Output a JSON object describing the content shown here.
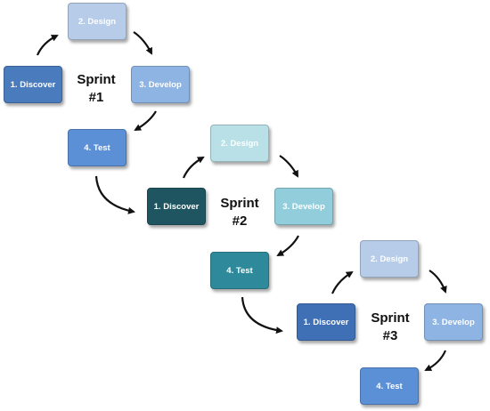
{
  "sprints": [
    {
      "label": [
        "Sprint",
        "#1"
      ],
      "discover": "1. Discover",
      "design": "2. Design",
      "develop": "3. Develop",
      "test": "4. Test",
      "colors": {
        "discover": "#4a7bbd",
        "design": "#b7cce8",
        "develop": "#8eb4e3",
        "test": "#5b8fd6"
      }
    },
    {
      "label": [
        "Sprint",
        "#2"
      ],
      "discover": "1. Discover",
      "design": "2. Design",
      "develop": "3. Develop",
      "test": "4. Test",
      "colors": {
        "discover": "#1f5560",
        "design": "#b8e0e6",
        "develop": "#92cddb",
        "test": "#2e8a9a"
      }
    },
    {
      "label": [
        "Sprint",
        "#3"
      ],
      "discover": "1. Discover",
      "design": "2. Design",
      "develop": "3. Develop",
      "test": "4. Test",
      "colors": {
        "discover": "#3f6fb5",
        "design": "#b7cce8",
        "develop": "#8eb4e3",
        "test": "#5b8fd6"
      }
    }
  ]
}
